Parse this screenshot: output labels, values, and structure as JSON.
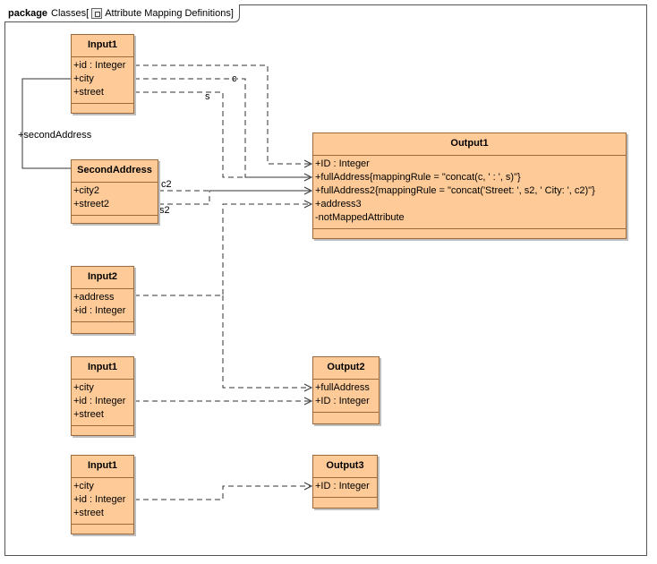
{
  "package": {
    "keyword": "package",
    "name": "Classes",
    "diagram": "Attribute Mapping Definitions"
  },
  "classes": {
    "input1_top": {
      "name": "Input1",
      "attributes": [
        "+id : Integer",
        "+city",
        "+street"
      ]
    },
    "second_address": {
      "name": "SecondAddress",
      "attributes": [
        "+city2",
        "+street2"
      ]
    },
    "input2": {
      "name": "Input2",
      "attributes": [
        "+address",
        "+id : Integer"
      ]
    },
    "input1_mid": {
      "name": "Input1",
      "attributes": [
        "+city",
        "+id : Integer",
        "+street"
      ]
    },
    "input1_bottom": {
      "name": "Input1",
      "attributes": [
        "+city",
        "+id : Integer",
        "+street"
      ]
    },
    "output1": {
      "name": "Output1",
      "attributes": [
        "+ID : Integer",
        "+fullAddress{mappingRule = \"concat(c, ' : ', s)\"}",
        "+fullAddress2{mappingRule = \"concat('Street: ', s2, ' City: ', c2)\"}",
        "+address3",
        "-notMappedAttribute"
      ]
    },
    "output2": {
      "name": "Output2",
      "attributes": [
        "+fullAddress",
        "+ID : Integer"
      ]
    },
    "output3": {
      "name": "Output3",
      "attributes": [
        "+ID : Integer"
      ]
    }
  },
  "labels": {
    "association_role": "+secondAddress",
    "c": "c",
    "s": "s",
    "c2": "c2",
    "s2": "s2"
  }
}
